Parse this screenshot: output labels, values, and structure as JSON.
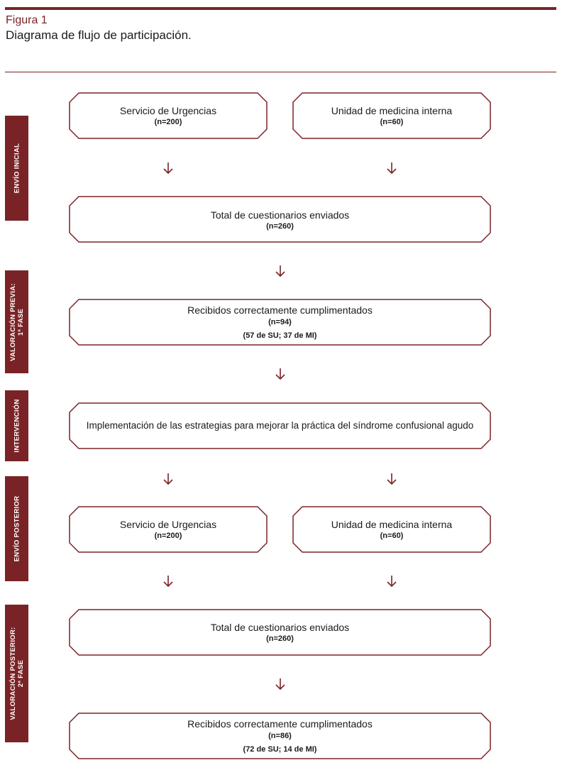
{
  "figure": {
    "label": "Figura 1",
    "title": "Diagrama de flujo de participación."
  },
  "phases": {
    "envio_inicial": "ENVÍO INICIAL",
    "valoracion_previa_line1": "VALORACIÓN PREVIA:",
    "valoracion_previa_line2": "1ª FASE",
    "intervencion": "INTERVENCIÓN",
    "envio_posterior": "ENVÍO POSTERIOR",
    "valoracion_posterior_line1": "VALORACIÓN POSTERIOR:",
    "valoracion_posterior_line2": "2ª FASE"
  },
  "nodes": {
    "su_1": {
      "label": "Servicio de Urgencias",
      "count": "(n=200)"
    },
    "mi_1": {
      "label": "Unidad de medicina interna",
      "count": "(n=60)"
    },
    "total_1": {
      "label": "Total de cuestionarios enviados",
      "count": "(n=260)"
    },
    "recibidos_1": {
      "label": "Recibidos correctamente cumplimentados",
      "count": "(n=94)",
      "detail": "(57 de SU; 37 de MI)"
    },
    "intervencion": {
      "label": "Implementación de las estrategias para mejorar la práctica del síndrome confusional agudo"
    },
    "su_2": {
      "label": "Servicio de Urgencias",
      "count": "(n=200)"
    },
    "mi_2": {
      "label": "Unidad de medicina interna",
      "count": "(n=60)"
    },
    "total_2": {
      "label": "Total de cuestionarios enviados",
      "count": "(n=260)"
    },
    "recibidos_2": {
      "label": "Recibidos correctamente cumplimentados",
      "count": "(n=86)",
      "detail": "(72 de SU; 14 de MI)"
    }
  },
  "colors": {
    "accent": "#7a2326",
    "text": "#1a1a1a"
  }
}
